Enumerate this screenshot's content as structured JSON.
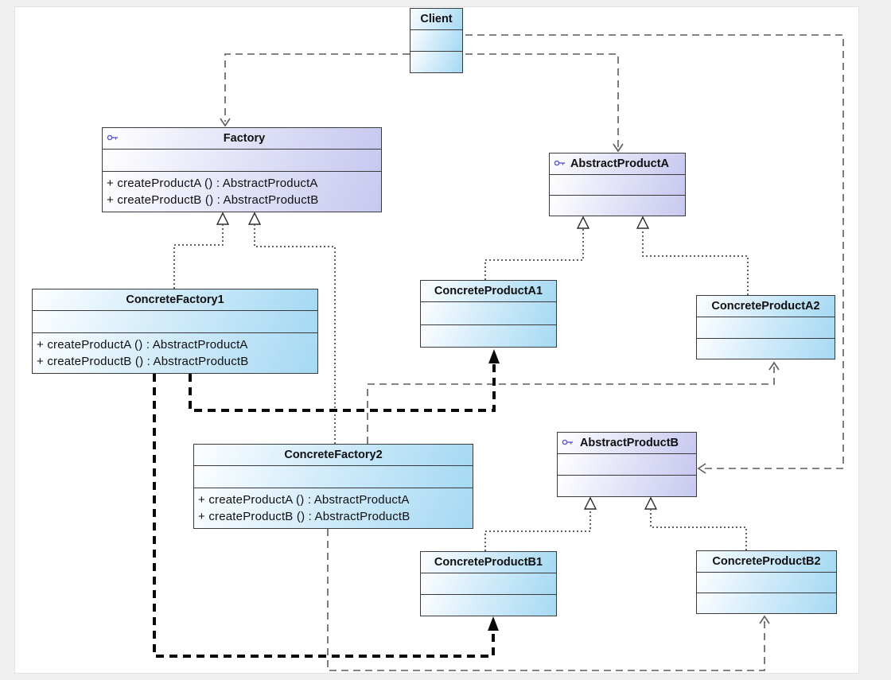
{
  "diagram_type": "uml-class-diagram",
  "classes": {
    "client": {
      "name": "Client",
      "operations": []
    },
    "factory": {
      "name": "Factory",
      "has_interface_icon": true,
      "operations": [
        "+ createProductA () : AbstractProductA",
        "+ createProductB () : AbstractProductB"
      ]
    },
    "abstract_product_a": {
      "name": "AbstractProductA",
      "has_interface_icon": true,
      "operations": []
    },
    "abstract_product_b": {
      "name": "AbstractProductB",
      "has_interface_icon": true,
      "operations": []
    },
    "concrete_factory_1": {
      "name": "ConcreteFactory1",
      "operations": [
        "+ createProductA () : AbstractProductA",
        "+ createProductB () : AbstractProductB"
      ]
    },
    "concrete_factory_2": {
      "name": "ConcreteFactory2",
      "operations": [
        "+ createProductA () : AbstractProductA",
        "+ createProductB () : AbstractProductB"
      ]
    },
    "concrete_product_a1": {
      "name": "ConcreteProductA1",
      "operations": []
    },
    "concrete_product_a2": {
      "name": "ConcreteProductA2",
      "operations": []
    },
    "concrete_product_b1": {
      "name": "ConcreteProductB1",
      "operations": []
    },
    "concrete_product_b2": {
      "name": "ConcreteProductB2",
      "operations": []
    }
  },
  "edges": [
    {
      "from": "Client",
      "to": "Factory",
      "type": "dependency",
      "style": "thin-dashed-open-arrow"
    },
    {
      "from": "Client",
      "to": "AbstractProductA",
      "type": "dependency",
      "style": "thin-dashed-open-arrow"
    },
    {
      "from": "Client",
      "to": "AbstractProductB",
      "type": "dependency",
      "style": "thin-dashed-open-arrow"
    },
    {
      "from": "ConcreteFactory1",
      "to": "Factory",
      "type": "realization",
      "style": "dotted-hollow-triangle"
    },
    {
      "from": "ConcreteFactory2",
      "to": "Factory",
      "type": "realization",
      "style": "dotted-hollow-triangle"
    },
    {
      "from": "ConcreteProductA1",
      "to": "AbstractProductA",
      "type": "realization",
      "style": "dotted-hollow-triangle"
    },
    {
      "from": "ConcreteProductA2",
      "to": "AbstractProductA",
      "type": "realization",
      "style": "dotted-hollow-triangle"
    },
    {
      "from": "ConcreteProductB1",
      "to": "AbstractProductB",
      "type": "realization",
      "style": "dotted-hollow-triangle"
    },
    {
      "from": "ConcreteProductB2",
      "to": "AbstractProductB",
      "type": "realization",
      "style": "dotted-hollow-triangle"
    },
    {
      "from": "ConcreteFactory1",
      "to": "ConcreteProductA1",
      "type": "dependency",
      "style": "bold-dashed-filled-arrow"
    },
    {
      "from": "ConcreteFactory1",
      "to": "ConcreteProductB1",
      "type": "dependency",
      "style": "bold-dashed-filled-arrow"
    },
    {
      "from": "ConcreteFactory2",
      "to": "ConcreteProductA2",
      "type": "dependency",
      "style": "thin-dashed-open-arrow"
    },
    {
      "from": "ConcreteFactory2",
      "to": "ConcreteProductB2",
      "type": "dependency",
      "style": "thin-dashed-open-arrow"
    }
  ],
  "colors": {
    "abstract_fill": "#c7c8ef",
    "concrete_fill": "#a5d9f3",
    "box_border": "#3a3a3a",
    "canvas": "#ffffff",
    "page_background": "#f0f0f1",
    "interface_icon": "#5b5bd6",
    "dependency_line": "#5c5c5c",
    "bold_line": "#0a0a0a"
  }
}
